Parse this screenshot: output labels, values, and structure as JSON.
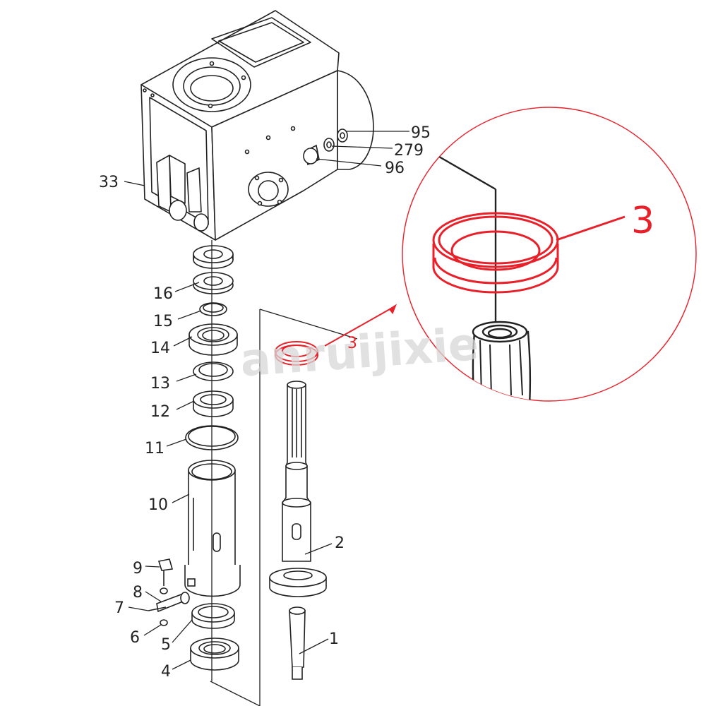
{
  "diagram": {
    "watermark": "anruijixie",
    "highlight_color": "#e8202a",
    "line_color": "#222222",
    "parts": [
      {
        "id": "p95",
        "label": "95"
      },
      {
        "id": "p279",
        "label": "279"
      },
      {
        "id": "p96",
        "label": "96"
      },
      {
        "id": "p33",
        "label": "33"
      },
      {
        "id": "p16",
        "label": "16"
      },
      {
        "id": "p15",
        "label": "15"
      },
      {
        "id": "p14",
        "label": "14"
      },
      {
        "id": "p13",
        "label": "13"
      },
      {
        "id": "p12",
        "label": "12"
      },
      {
        "id": "p11",
        "label": "11"
      },
      {
        "id": "p10",
        "label": "10"
      },
      {
        "id": "p9",
        "label": "9"
      },
      {
        "id": "p8",
        "label": "8"
      },
      {
        "id": "p7",
        "label": "7"
      },
      {
        "id": "p6",
        "label": "6"
      },
      {
        "id": "p5",
        "label": "5"
      },
      {
        "id": "p4",
        "label": "4"
      },
      {
        "id": "p3",
        "label": "3"
      },
      {
        "id": "p2",
        "label": "2"
      },
      {
        "id": "p1",
        "label": "1"
      }
    ],
    "zoom": {
      "label": "3"
    }
  }
}
